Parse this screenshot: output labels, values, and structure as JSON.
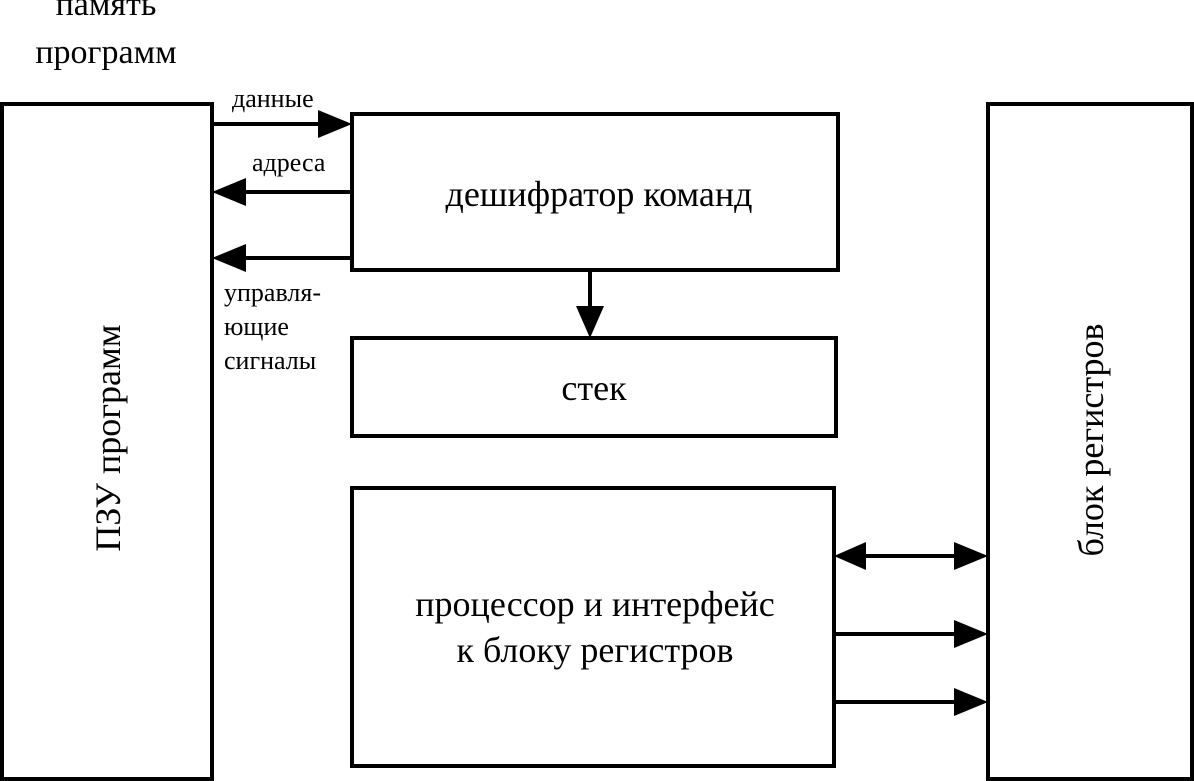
{
  "top_label": {
    "line1": "память",
    "line2": "программ"
  },
  "boxes": {
    "rom": "ПЗУ программ",
    "decoder": "дешифратор команд",
    "stack": "стек",
    "processor": {
      "line1": "процессор и интерфейс",
      "line2": "к блоку регистров"
    },
    "registers": "блок регистров"
  },
  "signals": {
    "data": "данные",
    "address": "адреса",
    "control": {
      "line1": "управля-",
      "line2": "ющие",
      "line3": "сигналы"
    }
  }
}
